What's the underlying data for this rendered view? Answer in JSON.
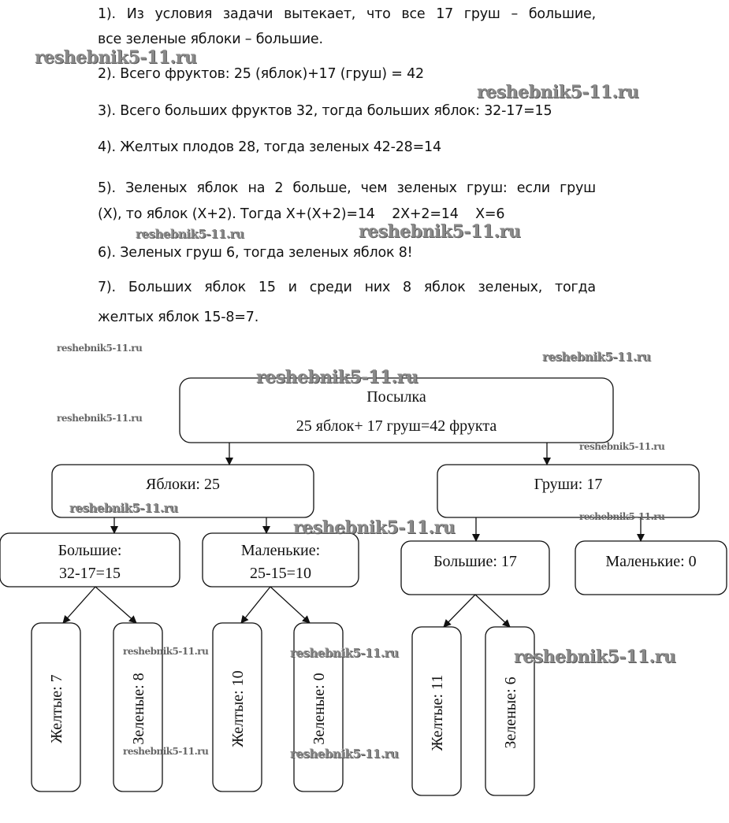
{
  "solution": {
    "steps": [
      {
        "id": "1",
        "lines": [
          "1). Из условия задачи вытекает, что все 17 груш – большие,",
          "все зеленые яблоки – большие."
        ]
      },
      {
        "id": "2",
        "lines": [
          "2). Всего фруктов: 25 (яблок)+17 (груш) = 42"
        ]
      },
      {
        "id": "3",
        "lines": [
          "3). Всего больших фруктов 32, тогда больших яблок: 32-17=15"
        ]
      },
      {
        "id": "4",
        "lines": [
          "4). Желтых плодов 28, тогда зеленых 42-28=14"
        ]
      },
      {
        "id": "5",
        "lines": [
          "5). Зеленых яблок на 2 больше, чем зеленых груш: если груш",
          "(Х), то яблок (Х+2). Тогда Х+(Х+2)=14    2Х+2=14    Х=6"
        ]
      },
      {
        "id": "6",
        "lines": [
          "6). Зеленых груш 6, тогда зеленых яблок 8!"
        ]
      },
      {
        "id": "7",
        "lines": [
          "7). Больших яблок 15 и среди них 8 яблок зеленых, тогда",
          "желтых яблок 15-8=7."
        ]
      }
    ]
  },
  "watermark": "reshebnik5-11.ru",
  "diagram": {
    "root": {
      "title": "Посылка",
      "subtitle": "25 яблок+ 17 груш=42 фрукта"
    },
    "apples": {
      "label": "Яблоки: 25"
    },
    "pears": {
      "label": "Груши: 17"
    },
    "apples_big": {
      "line1": "Большие:",
      "line2": "32-17=15"
    },
    "apples_small": {
      "line1": "Маленькие:",
      "line2": "25-15=10"
    },
    "pears_big": {
      "label": "Большие: 17"
    },
    "pears_small": {
      "label": "Маленькие: 0"
    },
    "leaves": [
      {
        "label": "Желтые: 7"
      },
      {
        "label": "Зеленые: 8"
      },
      {
        "label": "Желтые: 10"
      },
      {
        "label": "Зеленые: 0"
      },
      {
        "label": "Желтые: 11"
      },
      {
        "label": "Зеленые: 6"
      }
    ]
  }
}
